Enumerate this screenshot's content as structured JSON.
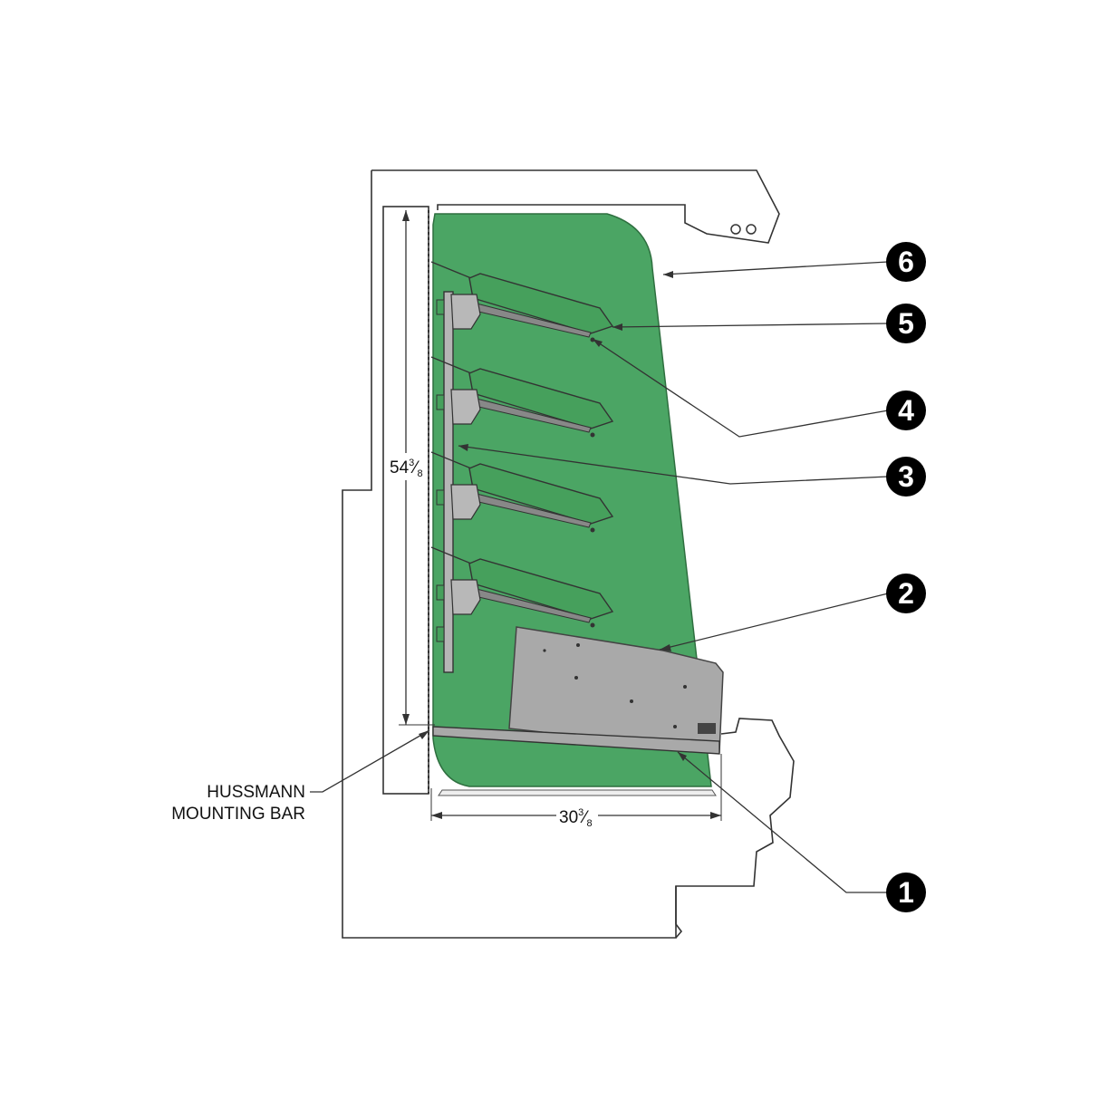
{
  "dimensions": {
    "height": "54",
    "height_fraction_num": "3",
    "height_fraction_den": "8",
    "width": "30",
    "width_fraction_num": "3",
    "width_fraction_den": "8"
  },
  "labels": {
    "mounting_bar_line1": "HUSSMANN",
    "mounting_bar_line2": "MOUNTING BAR"
  },
  "callouts": [
    "1",
    "2",
    "3",
    "4",
    "5",
    "6"
  ],
  "colors": {
    "display_zone": "#4ba564",
    "display_zone_edge": "#2e6f3f",
    "shelf": "#46a05c",
    "panel": "#a9a9a9",
    "callout_fill": "#000000"
  }
}
